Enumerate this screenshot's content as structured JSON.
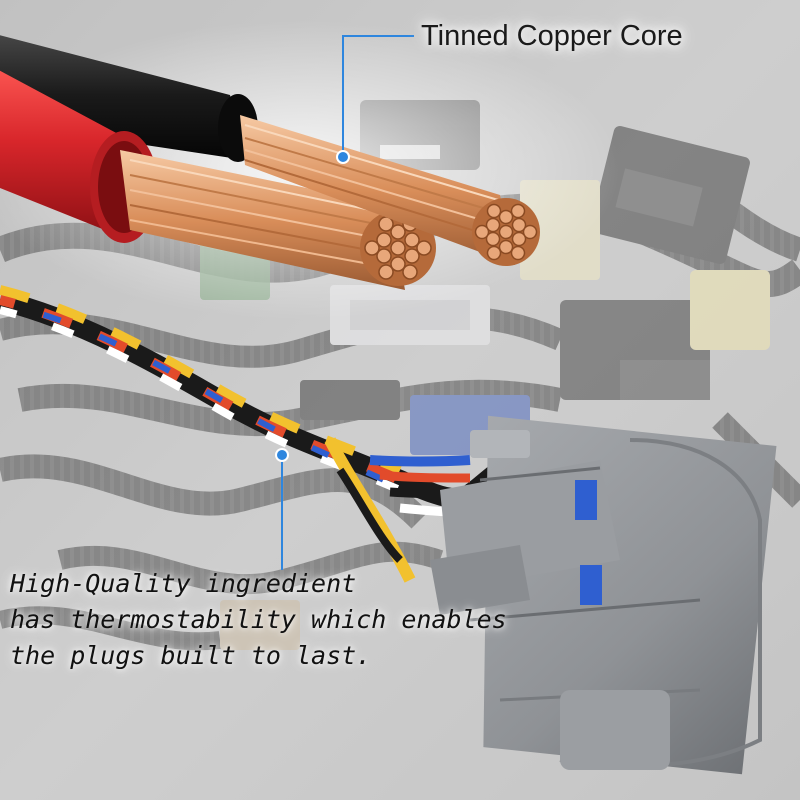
{
  "callouts": {
    "top": "Tinned Copper Core",
    "bottom_lines": [
      "High-Quality ingredient",
      "has thermostability which enables",
      "the plugs built to last."
    ]
  },
  "colors": {
    "background": "#bdbdbd",
    "leader_line": "#2e86de",
    "wire_red": "#d8262b",
    "copper": "#d98e5a",
    "connector_gray": "#8f9296",
    "wire_colors": [
      "#f2c12e",
      "#e24b2b",
      "#ffffff",
      "#1a1a1a",
      "#2f5fd0"
    ]
  },
  "icons": {
    "leader_dot_top": "blue-dot",
    "leader_dot_bottom": "blue-dot"
  }
}
